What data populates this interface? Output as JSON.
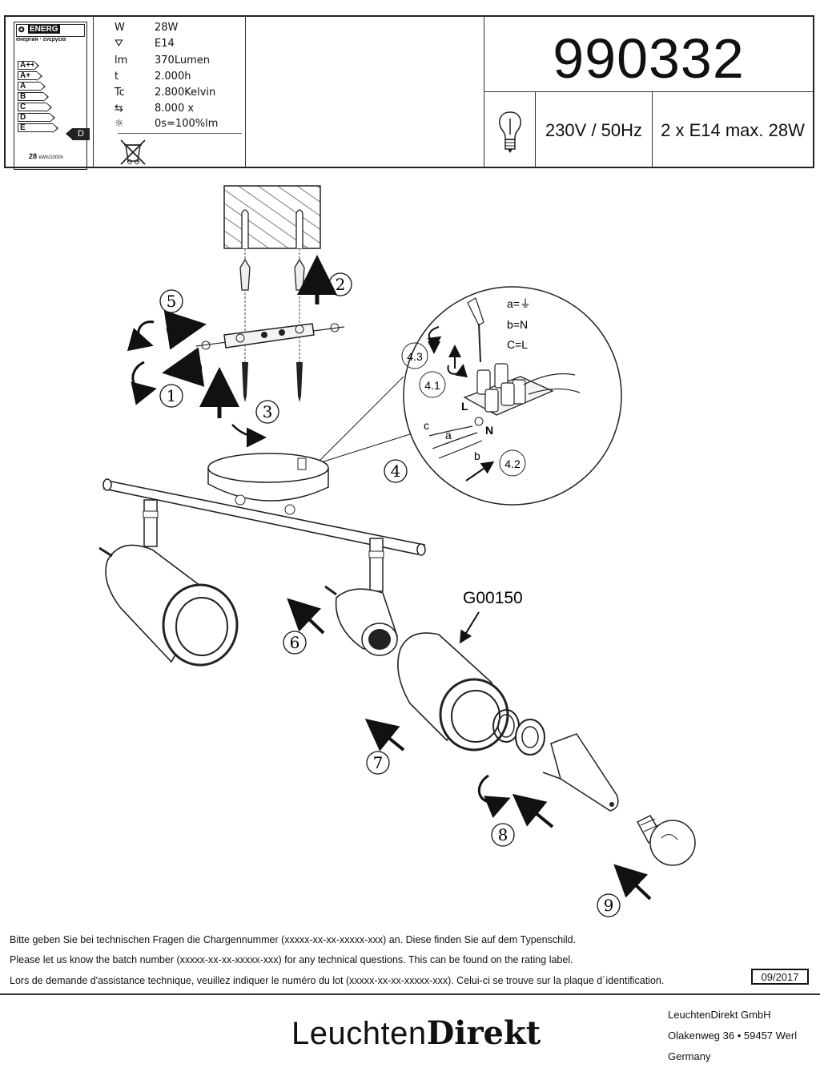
{
  "energy_label": {
    "header": "ENERG",
    "header_sub": "енергия · ενεργεια",
    "classes": [
      "A++",
      "A+",
      "A",
      "B",
      "C",
      "D",
      "E"
    ],
    "rating": "D",
    "consumption": "28",
    "consumption_unit": "kWh/1000h"
  },
  "specs": [
    {
      "key": "W",
      "value": "28W"
    },
    {
      "key": "⛛",
      "value": "E14"
    },
    {
      "key": "lm",
      "value": "370Lumen"
    },
    {
      "key": "t",
      "value": "2.000h"
    },
    {
      "key": "Tc",
      "value": "2.800Kelvin"
    },
    {
      "key": "⇆",
      "value": "8.000 x"
    },
    {
      "key": "☼",
      "value": "0s=100%lm"
    }
  ],
  "header": {
    "model_number": "990332",
    "voltage": "230V / 50Hz",
    "max_bulbs": "2 x E14 max. 28W"
  },
  "diagram": {
    "part_code": "G00150",
    "steps": [
      "1",
      "2",
      "3",
      "4",
      "5",
      "6",
      "7",
      "8",
      "9"
    ],
    "substeps": [
      "4.1",
      "4.2",
      "4.3"
    ],
    "wiring": {
      "a": "a=⏚",
      "b": "b=N",
      "c": "C=L",
      "letter_a": "a",
      "letter_b": "b",
      "letter_c": "c",
      "term_l": "L",
      "term_n": "N"
    }
  },
  "notes": {
    "de": "Bitte geben Sie bei technischen Fragen die Chargennummer (xxxxx-xx-xx-xxxxx-xxx) an. Diese finden Sie auf dem Typenschild.",
    "en": "Please let us know the batch number (xxxxx-xx-xx-xxxxx-xxx) for any technical questions. This can be found on the rating label.",
    "fr": "Lors de demande d'assistance technique, veuillez indiquer le numéro du lot (xxxxx-xx-xx-xxxxx-xxx). Celui-ci se trouve sur la plaque d´identification.",
    "date": "09/2017"
  },
  "footer": {
    "brand_light": "Leuchten",
    "brand_bold": "Direkt",
    "company": "LeuchtenDirekt GmbH",
    "street": "Olakenweg 36 • 59457 Werl",
    "country": "Germany"
  }
}
